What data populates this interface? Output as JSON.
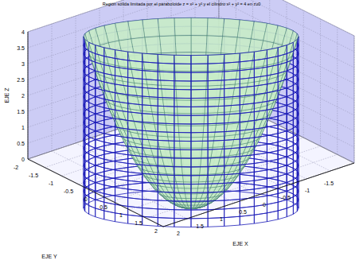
{
  "diagram": {
    "title": "Región sólida limitada por el paraboloide z = x² + y² y el cilindro x² + y² = 4 en z≥0",
    "labels": [
      "0",
      "0.5",
      "1",
      "1.5",
      "2",
      "2.5",
      "3",
      "3.5",
      "4",
      "-2",
      "-1.5",
      "-1",
      "-0.5",
      "0",
      "0.5",
      "1",
      "1.5",
      "2",
      "2",
      "1.5",
      "1",
      "0.5",
      "0",
      "-0.5",
      "-1",
      "-1.5",
      "EJE Z",
      "EJE Y",
      "EJE X"
    ]
  }
}
